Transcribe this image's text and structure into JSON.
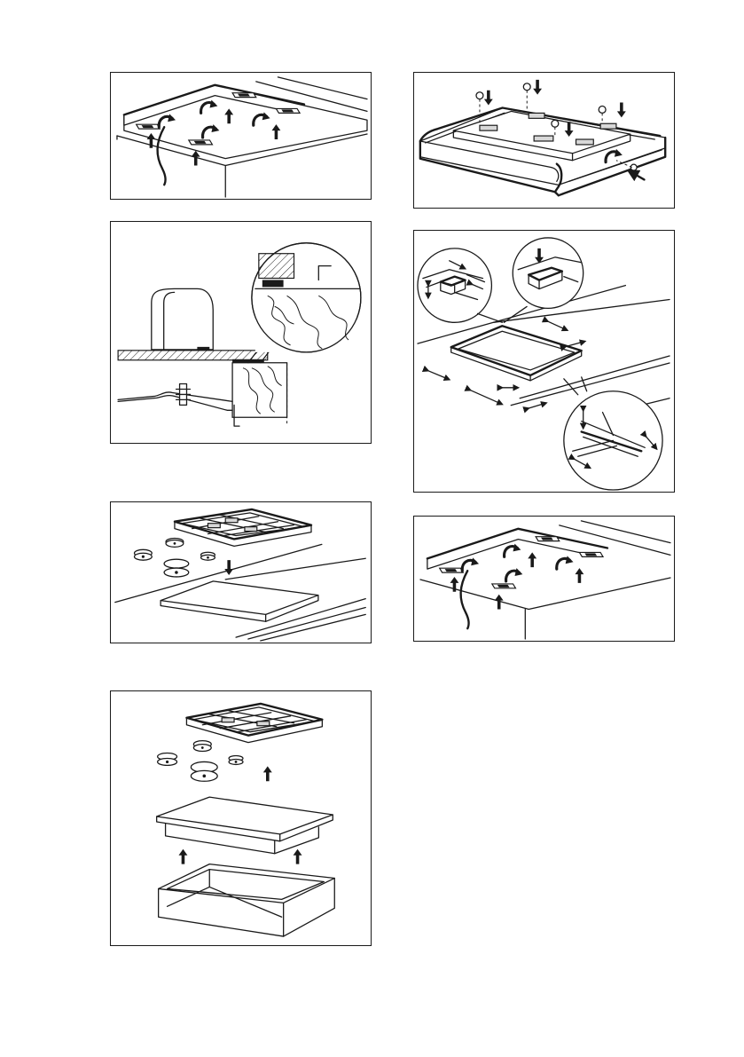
{
  "document": {
    "type": "installation-illustrations",
    "figures": [
      {
        "name": "fig-bracket-removal",
        "column": "left",
        "position": 1,
        "icons": [
          "curved-arrow-icon",
          "up-arrow-icon"
        ]
      },
      {
        "name": "fig-seal-cross-section",
        "column": "left",
        "position": 2,
        "icons": []
      },
      {
        "name": "fig-hob-lift-off",
        "column": "left",
        "position": 3,
        "icons": [
          "down-arrow-icon"
        ]
      },
      {
        "name": "fig-hob-exploded-view",
        "column": "left",
        "position": 4,
        "icons": [
          "up-arrow-icon"
        ]
      },
      {
        "name": "fig-screws-fixing",
        "column": "right",
        "position": 1,
        "icons": [
          "down-arrow-icon",
          "screw-icon"
        ]
      },
      {
        "name": "fig-cutout-dimensions",
        "column": "right",
        "position": 2,
        "icons": [
          "dimension-arrow-icon"
        ]
      },
      {
        "name": "fig-bracket-fitting",
        "column": "right",
        "position": 3,
        "icons": [
          "curved-arrow-icon",
          "up-arrow-icon"
        ]
      }
    ]
  },
  "colors": {
    "line": "#1a1a1a",
    "background": "#ffffff",
    "shade": "#d8d8d8"
  }
}
